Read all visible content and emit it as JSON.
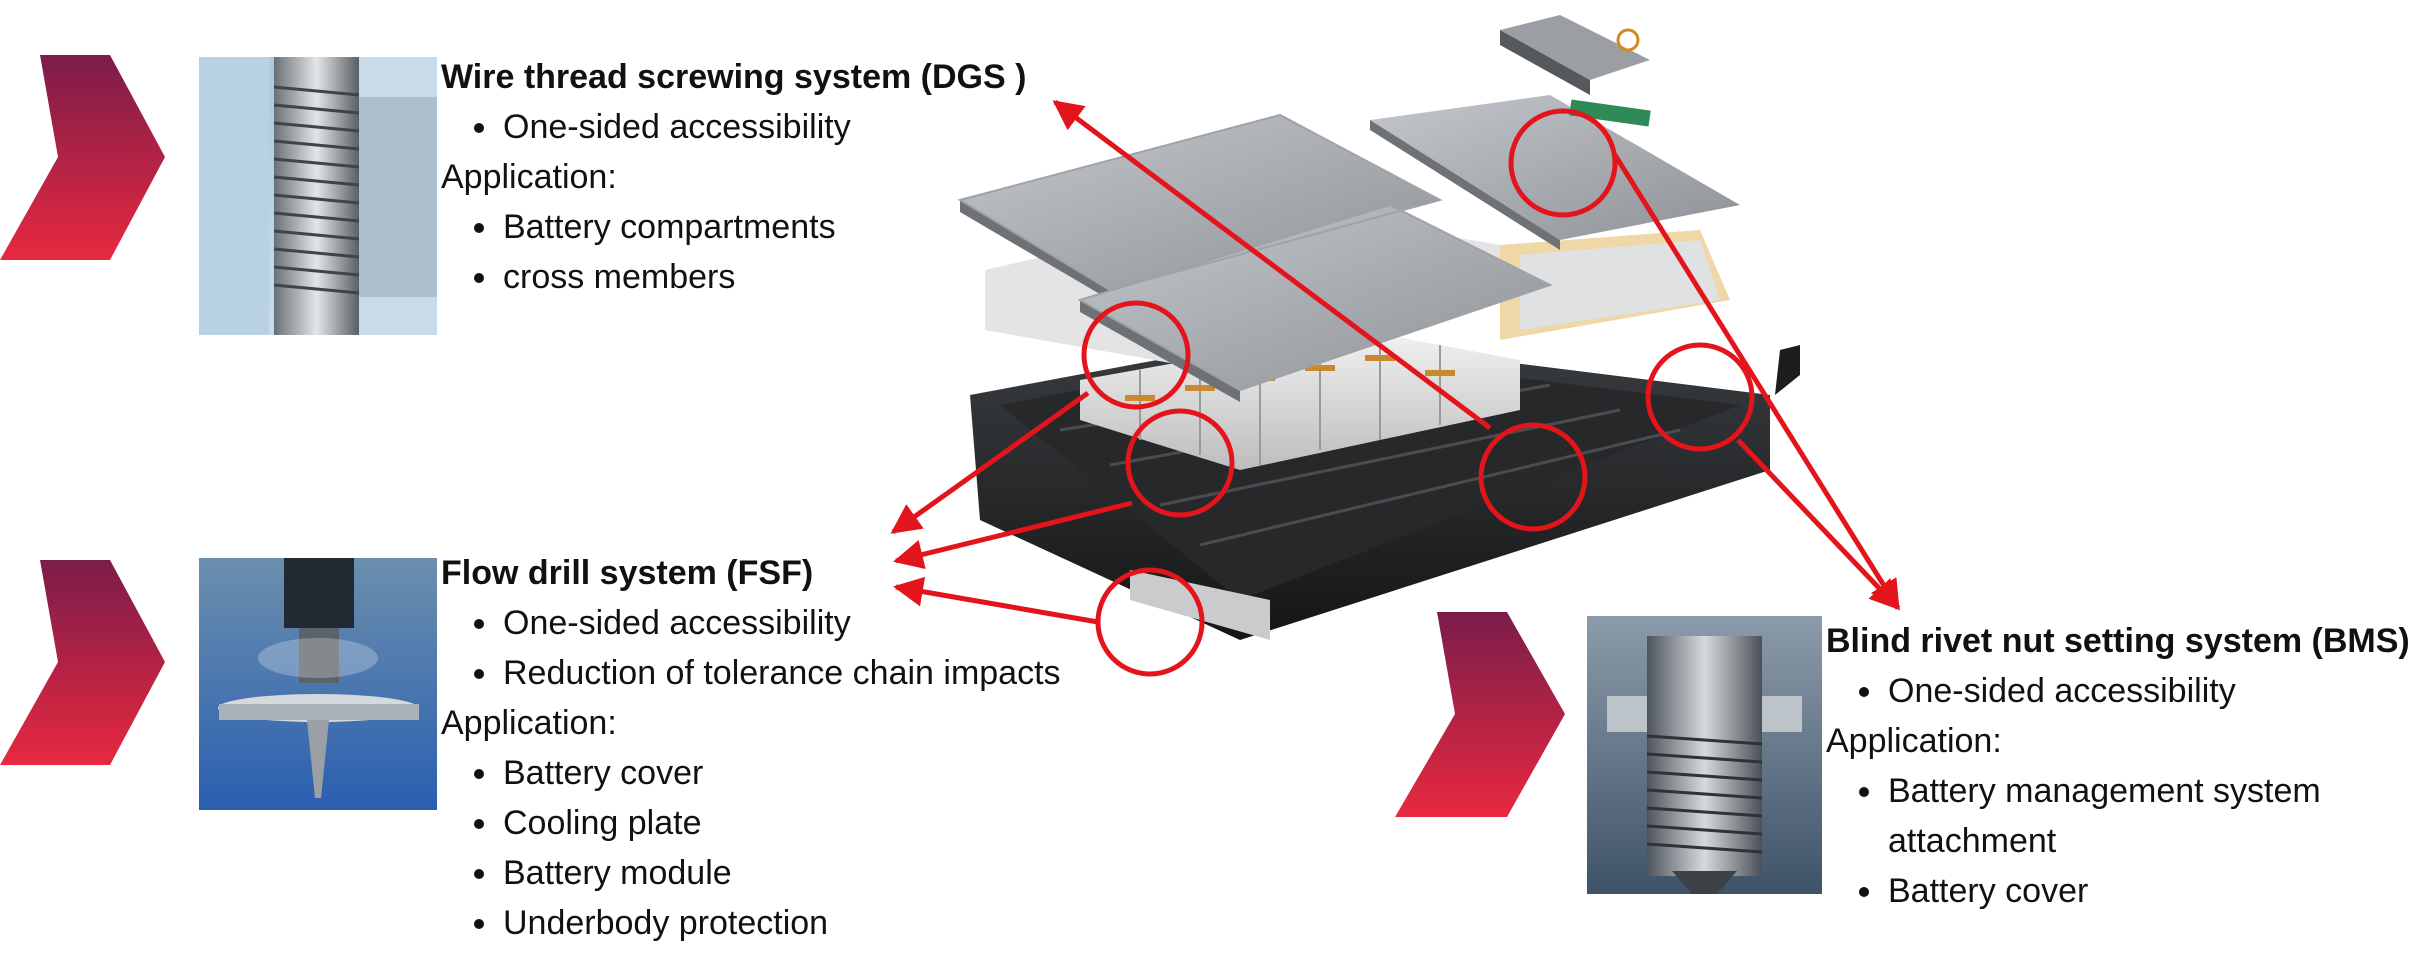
{
  "systems": [
    {
      "id": "dgs",
      "title": "Wire thread screwing system (DGS )",
      "bullets": [
        "One-sided accessibility"
      ],
      "application_label": "Application:",
      "applications": [
        "Battery compartments",
        "cross members"
      ]
    },
    {
      "id": "fsf",
      "title": "Flow drill system (FSF)",
      "bullets": [
        "One-sided accessibility",
        "Reduction of tolerance chain impacts"
      ],
      "application_label": "Application:",
      "applications": [
        "Battery cover",
        "Cooling plate",
        "Battery module",
        "Underbody protection"
      ]
    },
    {
      "id": "bms",
      "title": "Blind rivet nut setting system (BMS)",
      "bullets": [
        "One-sided accessibility"
      ],
      "application_label": "Application:",
      "applications": [
        "Battery management system attachment",
        "Battery cover"
      ]
    }
  ],
  "colors": {
    "chevron_top": "#7a1d4a",
    "chevron_bottom": "#e8283f",
    "callout_red": "#e4141c",
    "text": "#111111"
  },
  "icons": [
    "chevron-right-icon",
    "wire-thread-photo",
    "flow-drill-photo",
    "blind-rivet-nut-photo",
    "battery-pack-illustration"
  ]
}
